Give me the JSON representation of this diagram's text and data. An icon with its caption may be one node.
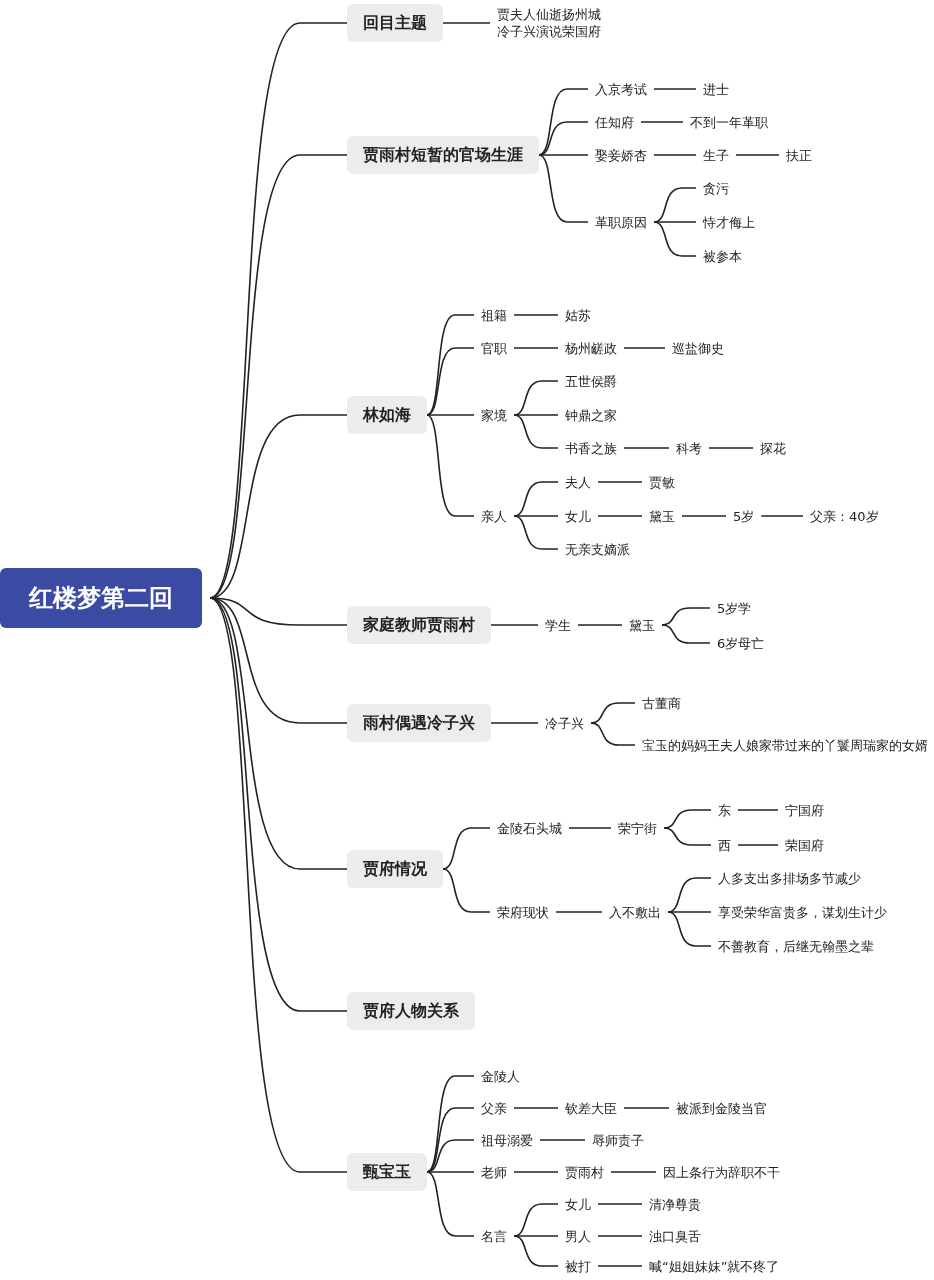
{
  "diagram": {
    "nodes": [
      {
        "text": [
          "红楼梦第二回"
        ]
      },
      {
        "text": [
          "回目主题"
        ]
      },
      {
        "text": [
          "贾夫人仙逝扬州城冷子兴演说荣国府"
        ]
      },
      {
        "text": [
          "贾雨村短暂的官场生涯"
        ]
      },
      {
        "text": [
          "入京考试"
        ]
      },
      {
        "text": [
          "进士"
        ]
      },
      {
        "text": [
          "任知府"
        ]
      },
      {
        "text": [
          "不到一年革职"
        ]
      },
      {
        "text": [
          "娶妾娇杏"
        ]
      },
      {
        "text": [
          "生子"
        ]
      },
      {
        "text": [
          "扶正"
        ]
      },
      {
        "text": [
          "革职原因"
        ]
      },
      {
        "text": [
          "贪污"
        ]
      },
      {
        "text": [
          "恃才侮上"
        ]
      },
      {
        "text": [
          "被参本"
        ]
      },
      {
        "text": [
          "林如海"
        ]
      },
      {
        "text": [
          "祖籍"
        ]
      },
      {
        "text": [
          "姑苏"
        ]
      },
      {
        "text": [
          "官职"
        ]
      },
      {
        "text": [
          "杨州鹾政"
        ]
      },
      {
        "text": [
          "巡盐御史"
        ]
      },
      {
        "text": [
          "家境"
        ]
      },
      {
        "text": [
          "五世侯爵"
        ]
      },
      {
        "text": [
          "钟鼎之家"
        ]
      },
      {
        "text": [
          "书香之族"
        ]
      },
      {
        "text": [
          "科考"
        ]
      },
      {
        "text": [
          "探花"
        ]
      },
      {
        "text": [
          "亲人"
        ]
      },
      {
        "text": [
          "夫人"
        ]
      },
      {
        "text": [
          "贾敏"
        ]
      },
      {
        "text": [
          "女儿"
        ]
      },
      {
        "text": [
          "黛玉"
        ]
      },
      {
        "text": [
          "5岁"
        ]
      },
      {
        "text": [
          "父亲：40岁"
        ]
      },
      {
        "text": [
          "无亲支嫡派"
        ]
      },
      {
        "text": [
          "家庭教师贾雨村"
        ]
      },
      {
        "text": [
          "学生"
        ]
      },
      {
        "text": [
          "黛玉"
        ]
      },
      {
        "text": [
          "5岁学"
        ]
      },
      {
        "text": [
          "6岁母亡"
        ]
      },
      {
        "text": [
          "雨村偶遇冷子兴"
        ]
      },
      {
        "text": [
          "冷子兴"
        ]
      },
      {
        "text": [
          "古董商"
        ]
      },
      {
        "text": [
          "宝玉的妈妈王夫人娘家带过来的丫鬟周瑞家的女婿"
        ]
      },
      {
        "text": [
          "贾府情况"
        ]
      },
      {
        "text": [
          "金陵石头城"
        ]
      },
      {
        "text": [
          "荣宁街"
        ]
      },
      {
        "text": [
          "东"
        ]
      },
      {
        "text": [
          "宁国府"
        ]
      },
      {
        "text": [
          "西"
        ]
      },
      {
        "text": [
          "荣国府"
        ]
      },
      {
        "text": [
          "荣府现状"
        ]
      },
      {
        "text": [
          "入不敷出"
        ]
      },
      {
        "text": [
          "人多支出多排场多节减少"
        ]
      },
      {
        "text": [
          "享受荣华富贵多，谋划生计少"
        ]
      },
      {
        "text": [
          "不善教育，后继无翰墨之辈"
        ]
      },
      {
        "text": [
          "贾府人物关系"
        ]
      },
      {
        "text": [
          "甄宝玉"
        ]
      },
      {
        "text": [
          "金陵人"
        ]
      },
      {
        "text": [
          "父亲"
        ]
      },
      {
        "text": [
          "钦差大臣"
        ]
      },
      {
        "text": [
          "被派到金陵当官"
        ]
      },
      {
        "text": [
          "祖母溺爱"
        ]
      },
      {
        "text": [
          "辱师责子"
        ]
      },
      {
        "text": [
          "老师"
        ]
      },
      {
        "text": [
          "贾雨村"
        ]
      },
      {
        "text": [
          "因上条行为辞职不干"
        ]
      },
      {
        "text": [
          "名言"
        ]
      },
      {
        "text": [
          "女儿"
        ]
      },
      {
        "text": [
          "清净尊贵"
        ]
      },
      {
        "text": [
          "男人"
        ]
      },
      {
        "text": [
          "浊口臭舌"
        ]
      },
      {
        "text": [
          "被打"
        ]
      },
      {
        "text": [
          "喊“姐姐妹妹”就不疼了"
        ]
      }
    ],
    "edges": [
      {
        "from": 0,
        "to": 1,
        "arrow": "none"
      },
      {
        "from": 1,
        "to": 2,
        "arrow": "none"
      },
      {
        "from": 0,
        "to": 3,
        "arrow": "none"
      },
      {
        "from": 3,
        "to": 4,
        "arrow": "none"
      },
      {
        "from": 4,
        "to": 5,
        "arrow": "none"
      },
      {
        "from": 3,
        "to": 6,
        "arrow": "none"
      },
      {
        "from": 6,
        "to": 7,
        "arrow": "none"
      },
      {
        "from": 3,
        "to": 8,
        "arrow": "none"
      },
      {
        "from": 8,
        "to": 9,
        "arrow": "none"
      },
      {
        "from": 9,
        "to": 10,
        "arrow": "none"
      },
      {
        "from": 3,
        "to": 11,
        "arrow": "none"
      },
      {
        "from": 11,
        "to": 12,
        "arrow": "none"
      },
      {
        "from": 11,
        "to": 13,
        "arrow": "none"
      },
      {
        "from": 11,
        "to": 14,
        "arrow": "none"
      },
      {
        "from": 0,
        "to": 15,
        "arrow": "none"
      },
      {
        "from": 15,
        "to": 16,
        "arrow": "none"
      },
      {
        "from": 16,
        "to": 17,
        "arrow": "none"
      },
      {
        "from": 15,
        "to": 18,
        "arrow": "none"
      },
      {
        "from": 18,
        "to": 19,
        "arrow": "none"
      },
      {
        "from": 19,
        "to": 20,
        "arrow": "none"
      },
      {
        "from": 15,
        "to": 21,
        "arrow": "none"
      },
      {
        "from": 21,
        "to": 22,
        "arrow": "none"
      },
      {
        "from": 21,
        "to": 23,
        "arrow": "none"
      },
      {
        "from": 21,
        "to": 24,
        "arrow": "none"
      },
      {
        "from": 24,
        "to": 25,
        "arrow": "none"
      },
      {
        "from": 25,
        "to": 26,
        "arrow": "none"
      },
      {
        "from": 15,
        "to": 27,
        "arrow": "none"
      },
      {
        "from": 27,
        "to": 28,
        "arrow": "none"
      },
      {
        "from": 28,
        "to": 29,
        "arrow": "none"
      },
      {
        "from": 27,
        "to": 30,
        "arrow": "none"
      },
      {
        "from": 30,
        "to": 31,
        "arrow": "none"
      },
      {
        "from": 31,
        "to": 32,
        "arrow": "none"
      },
      {
        "from": 32,
        "to": 33,
        "arrow": "none"
      },
      {
        "from": 27,
        "to": 34,
        "arrow": "none"
      },
      {
        "from": 0,
        "to": 35,
        "arrow": "none"
      },
      {
        "from": 35,
        "to": 36,
        "arrow": "none"
      },
      {
        "from": 36,
        "to": 37,
        "arrow": "none"
      },
      {
        "from": 37,
        "to": 38,
        "arrow": "none"
      },
      {
        "from": 37,
        "to": 39,
        "arrow": "none"
      },
      {
        "from": 0,
        "to": 40,
        "arrow": "none"
      },
      {
        "from": 40,
        "to": 41,
        "arrow": "none"
      },
      {
        "from": 41,
        "to": 42,
        "arrow": "none"
      },
      {
        "from": 41,
        "to": 43,
        "arrow": "none"
      },
      {
        "from": 0,
        "to": 44,
        "arrow": "none"
      },
      {
        "from": 44,
        "to": 45,
        "arrow": "none"
      },
      {
        "from": 45,
        "to": 46,
        "arrow": "none"
      },
      {
        "from": 46,
        "to": 47,
        "arrow": "none"
      },
      {
        "from": 47,
        "to": 48,
        "arrow": "none"
      },
      {
        "from": 46,
        "to": 49,
        "arrow": "none"
      },
      {
        "from": 49,
        "to": 50,
        "arrow": "none"
      },
      {
        "from": 44,
        "to": 51,
        "arrow": "none"
      },
      {
        "from": 51,
        "to": 52,
        "arrow": "none"
      },
      {
        "from": 52,
        "to": 53,
        "arrow": "none"
      },
      {
        "from": 52,
        "to": 54,
        "arrow": "none"
      },
      {
        "from": 52,
        "to": 55,
        "arrow": "none"
      },
      {
        "from": 0,
        "to": 56,
        "arrow": "none"
      },
      {
        "from": 0,
        "to": 57,
        "arrow": "none"
      },
      {
        "from": 57,
        "to": 58,
        "arrow": "none"
      },
      {
        "from": 57,
        "to": 59,
        "arrow": "none"
      },
      {
        "from": 59,
        "to": 60,
        "arrow": "none"
      },
      {
        "from": 60,
        "to": 61,
        "arrow": "none"
      },
      {
        "from": 57,
        "to": 62,
        "arrow": "none"
      },
      {
        "from": 62,
        "to": 63,
        "arrow": "none"
      },
      {
        "from": 57,
        "to": 64,
        "arrow": "none"
      },
      {
        "from": 64,
        "to": 65,
        "arrow": "none"
      },
      {
        "from": 65,
        "to": 66,
        "arrow": "none"
      },
      {
        "from": 57,
        "to": 67,
        "arrow": "none"
      },
      {
        "from": 67,
        "to": 68,
        "arrow": "none"
      },
      {
        "from": 68,
        "to": 69,
        "arrow": "none"
      },
      {
        "from": 67,
        "to": 70,
        "arrow": "none"
      },
      {
        "from": 70,
        "to": 71,
        "arrow": "none"
      },
      {
        "from": 67,
        "to": 72,
        "arrow": "none"
      },
      {
        "from": 72,
        "to": 73,
        "arrow": "none"
      }
    ]
  }
}
